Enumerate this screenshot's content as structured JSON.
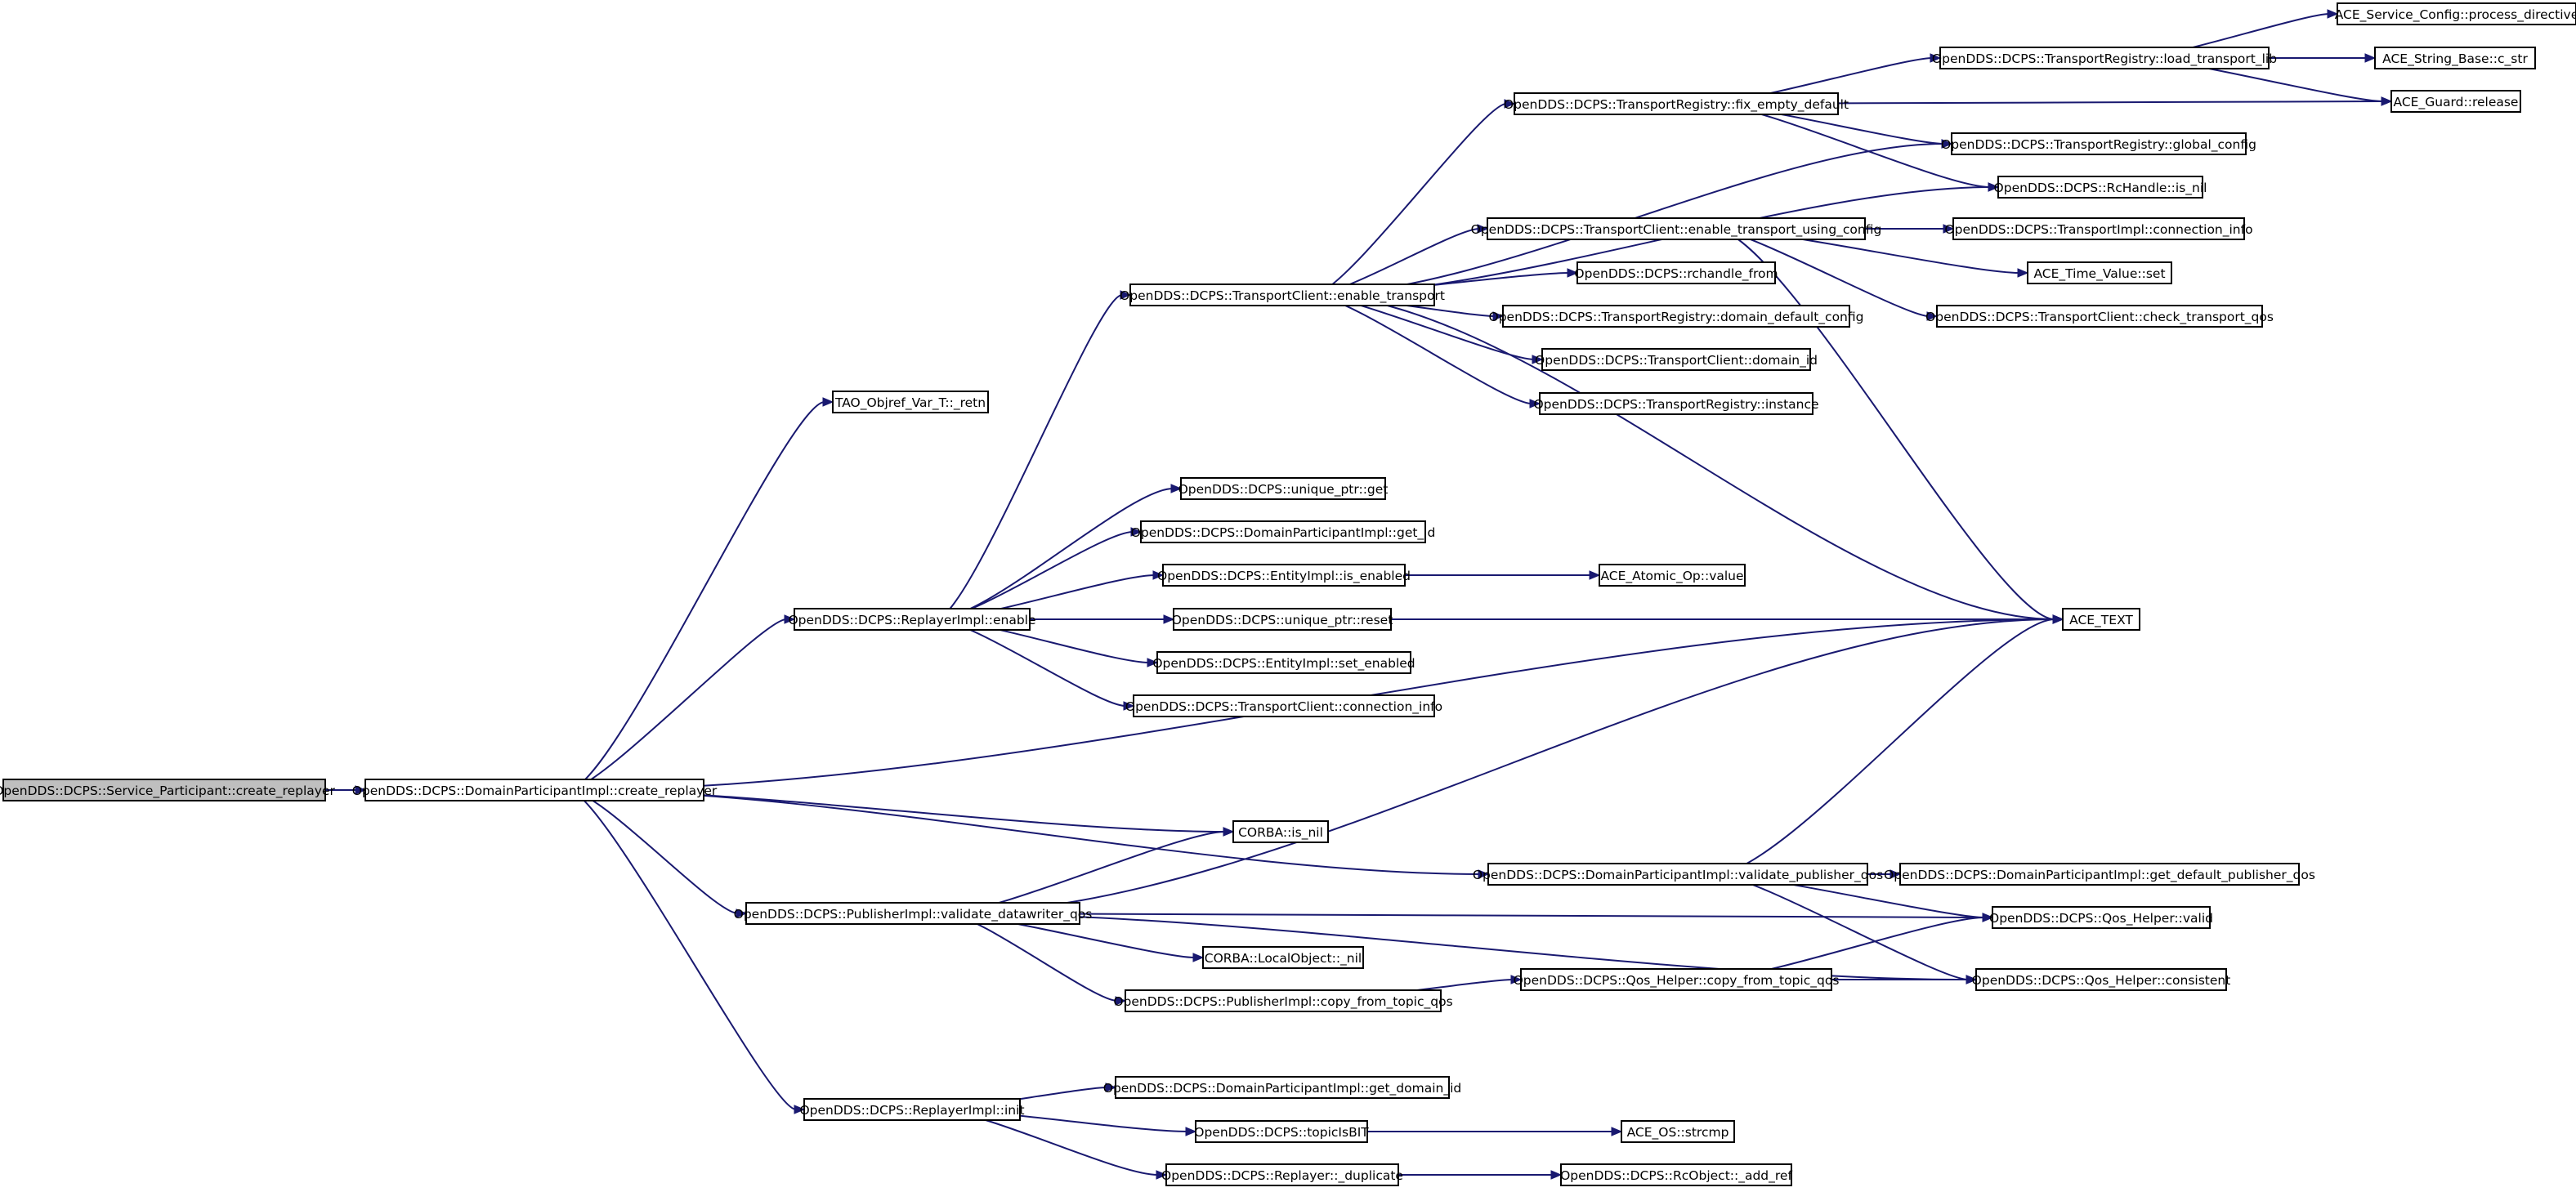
{
  "colors": {
    "edge": "#191970",
    "node_border": "#000000",
    "node_fill": "#ffffff",
    "root_fill": "#bfbfbf"
  },
  "nodes": [
    {
      "id": "root",
      "label": "OpenDDS::DCPS::Service_Participant::create_replayer",
      "root": true
    },
    {
      "id": "dp_create_replayer",
      "label": "OpenDDS::DCPS::DomainParticipantImpl::create_replayer"
    },
    {
      "id": "tao_retn",
      "label": "TAO_Objref_Var_T::_retn"
    },
    {
      "id": "replayer_enable",
      "label": "OpenDDS::DCPS::ReplayerImpl::enable"
    },
    {
      "id": "corba_is_nil",
      "label": "CORBA::is_nil"
    },
    {
      "id": "pub_validate_dw_qos",
      "label": "OpenDDS::DCPS::PublisherImpl::validate_datawriter_qos"
    },
    {
      "id": "replayer_init",
      "label": "OpenDDS::DCPS::ReplayerImpl::init"
    },
    {
      "id": "tc_enable_transport",
      "label": "OpenDDS::DCPS::TransportClient::enable_transport"
    },
    {
      "id": "unique_get",
      "label": "OpenDDS::DCPS::unique_ptr::get"
    },
    {
      "id": "dp_get_id",
      "label": "OpenDDS::DCPS::DomainParticipantImpl::get_id"
    },
    {
      "id": "entity_is_enabled",
      "label": "OpenDDS::DCPS::EntityImpl::is_enabled"
    },
    {
      "id": "unique_reset",
      "label": "OpenDDS::DCPS::unique_ptr::reset"
    },
    {
      "id": "entity_set_enabled",
      "label": "OpenDDS::DCPS::EntityImpl::set_enabled"
    },
    {
      "id": "tc_connection_info",
      "label": "OpenDDS::DCPS::TransportClient::connection_info"
    },
    {
      "id": "ace_atomic_value",
      "label": "ACE_Atomic_Op::value"
    },
    {
      "id": "ace_text",
      "label": "ACE_TEXT"
    },
    {
      "id": "tr_fix_empty_default",
      "label": "OpenDDS::DCPS::TransportRegistry::fix_empty_default"
    },
    {
      "id": "tc_enable_transport_using_config",
      "label": "OpenDDS::DCPS::TransportClient::enable_transport_using_config"
    },
    {
      "id": "rchandle_from",
      "label": "OpenDDS::DCPS::rchandle_from"
    },
    {
      "id": "tr_domain_default_config",
      "label": "OpenDDS::DCPS::TransportRegistry::domain_default_config"
    },
    {
      "id": "tc_domain_id",
      "label": "OpenDDS::DCPS::TransportClient::domain_id"
    },
    {
      "id": "tr_instance",
      "label": "OpenDDS::DCPS::TransportRegistry::instance"
    },
    {
      "id": "tr_load_transport_lib",
      "label": "OpenDDS::DCPS::TransportRegistry::load_transport_lib"
    },
    {
      "id": "tr_global_config",
      "label": "OpenDDS::DCPS::TransportRegistry::global_config"
    },
    {
      "id": "rchandle_is_nil",
      "label": "OpenDDS::DCPS::RcHandle::is_nil"
    },
    {
      "id": "ace_svc_process_directive",
      "label": "ACE_Service_Config::process_directive"
    },
    {
      "id": "ace_string_c_str",
      "label": "ACE_String_Base::c_str"
    },
    {
      "id": "ace_guard_release",
      "label": "ACE_Guard::release"
    },
    {
      "id": "ti_connection_info",
      "label": "OpenDDS::DCPS::TransportImpl::connection_info"
    },
    {
      "id": "ace_time_value_set",
      "label": "ACE_Time_Value::set"
    },
    {
      "id": "tc_check_transport_qos",
      "label": "OpenDDS::DCPS::TransportClient::check_transport_qos"
    },
    {
      "id": "dp_validate_pub_qos",
      "label": "OpenDDS::DCPS::DomainParticipantImpl::validate_publisher_qos"
    },
    {
      "id": "dp_get_default_pub_qos",
      "label": "OpenDDS::DCPS::DomainParticipantImpl::get_default_publisher_qos"
    },
    {
      "id": "qos_valid",
      "label": "OpenDDS::DCPS::Qos_Helper::valid"
    },
    {
      "id": "qos_consistent",
      "label": "OpenDDS::DCPS::Qos_Helper::consistent"
    },
    {
      "id": "corba_local_nil",
      "label": "CORBA::LocalObject::_nil"
    },
    {
      "id": "pub_copy_from_topic_qos",
      "label": "OpenDDS::DCPS::PublisherImpl::copy_from_topic_qos"
    },
    {
      "id": "qos_copy_from_topic_qos",
      "label": "OpenDDS::DCPS::Qos_Helper::copy_from_topic_qos"
    },
    {
      "id": "dp_get_domain_id",
      "label": "OpenDDS::DCPS::DomainParticipantImpl::get_domain_id"
    },
    {
      "id": "topic_is_bit",
      "label": "OpenDDS::DCPS::topicIsBIT"
    },
    {
      "id": "ace_os_strcmp",
      "label": "ACE_OS::strcmp"
    },
    {
      "id": "replayer_duplicate",
      "label": "OpenDDS::DCPS::Replayer::_duplicate"
    },
    {
      "id": "rcobject_add_ref",
      "label": "OpenDDS::DCPS::RcObject::_add_ref"
    }
  ],
  "edges": [
    [
      "root",
      "dp_create_replayer"
    ],
    [
      "dp_create_replayer",
      "tao_retn"
    ],
    [
      "dp_create_replayer",
      "replayer_enable"
    ],
    [
      "dp_create_replayer",
      "ace_text"
    ],
    [
      "dp_create_replayer",
      "corba_is_nil"
    ],
    [
      "dp_create_replayer",
      "dp_validate_pub_qos"
    ],
    [
      "dp_create_replayer",
      "pub_validate_dw_qos"
    ],
    [
      "dp_create_replayer",
      "replayer_init"
    ],
    [
      "replayer_enable",
      "tc_enable_transport"
    ],
    [
      "replayer_enable",
      "unique_get"
    ],
    [
      "replayer_enable",
      "dp_get_id"
    ],
    [
      "replayer_enable",
      "entity_is_enabled"
    ],
    [
      "replayer_enable",
      "unique_reset"
    ],
    [
      "replayer_enable",
      "entity_set_enabled"
    ],
    [
      "replayer_enable",
      "tc_connection_info"
    ],
    [
      "replayer_enable",
      "ace_text"
    ],
    [
      "entity_is_enabled",
      "ace_atomic_value"
    ],
    [
      "tc_enable_transport",
      "tr_fix_empty_default"
    ],
    [
      "tc_enable_transport",
      "tr_global_config"
    ],
    [
      "tc_enable_transport",
      "rchandle_is_nil"
    ],
    [
      "tc_enable_transport",
      "tc_enable_transport_using_config"
    ],
    [
      "tc_enable_transport",
      "rchandle_from"
    ],
    [
      "tc_enable_transport",
      "tr_domain_default_config"
    ],
    [
      "tc_enable_transport",
      "tc_domain_id"
    ],
    [
      "tc_enable_transport",
      "tr_instance"
    ],
    [
      "tc_enable_transport",
      "ace_text"
    ],
    [
      "tr_fix_empty_default",
      "tr_load_transport_lib"
    ],
    [
      "tr_fix_empty_default",
      "ace_guard_release"
    ],
    [
      "tr_fix_empty_default",
      "tr_global_config"
    ],
    [
      "tr_fix_empty_default",
      "rchandle_is_nil"
    ],
    [
      "tr_load_transport_lib",
      "ace_svc_process_directive"
    ],
    [
      "tr_load_transport_lib",
      "ace_string_c_str"
    ],
    [
      "tr_load_transport_lib",
      "ace_guard_release"
    ],
    [
      "tc_enable_transport_using_config",
      "ti_connection_info"
    ],
    [
      "tc_enable_transport_using_config",
      "ace_time_value_set"
    ],
    [
      "tc_enable_transport_using_config",
      "tc_check_transport_qos"
    ],
    [
      "tc_enable_transport_using_config",
      "ace_text"
    ],
    [
      "dp_validate_pub_qos",
      "dp_get_default_pub_qos"
    ],
    [
      "dp_validate_pub_qos",
      "qos_valid"
    ],
    [
      "dp_validate_pub_qos",
      "qos_consistent"
    ],
    [
      "dp_validate_pub_qos",
      "ace_text"
    ],
    [
      "pub_validate_dw_qos",
      "corba_is_nil"
    ],
    [
      "pub_validate_dw_qos",
      "ace_text"
    ],
    [
      "pub_validate_dw_qos",
      "qos_valid"
    ],
    [
      "pub_validate_dw_qos",
      "corba_local_nil"
    ],
    [
      "pub_validate_dw_qos",
      "pub_copy_from_topic_qos"
    ],
    [
      "pub_validate_dw_qos",
      "qos_consistent"
    ],
    [
      "pub_copy_from_topic_qos",
      "qos_copy_from_topic_qos"
    ],
    [
      "qos_copy_from_topic_qos",
      "qos_valid"
    ],
    [
      "qos_copy_from_topic_qos",
      "qos_consistent"
    ],
    [
      "replayer_init",
      "dp_get_domain_id"
    ],
    [
      "replayer_init",
      "topic_is_bit"
    ],
    [
      "replayer_init",
      "replayer_duplicate"
    ],
    [
      "topic_is_bit",
      "ace_os_strcmp"
    ],
    [
      "replayer_duplicate",
      "rcobject_add_ref"
    ]
  ]
}
